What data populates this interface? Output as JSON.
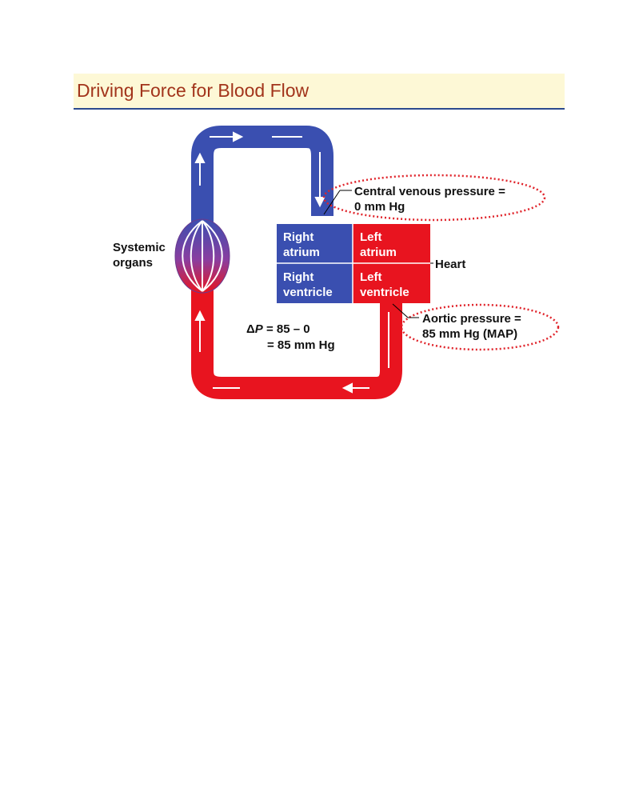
{
  "title": "Driving Force for Blood Flow",
  "labels": {
    "systemic_line1": "Systemic",
    "systemic_line2": "organs",
    "heart": "Heart",
    "central_venous_line1": "Central venous pressure =",
    "central_venous_line2": "0 mm Hg",
    "aortic_line1": "Aortic pressure =",
    "aortic_line2": "85 mm Hg (MAP)",
    "delta_symbol": "Δ",
    "delta_var": "P",
    "delta_line1_rest": " = 85 – 0",
    "delta_line2": "= 85 mm Hg"
  },
  "chambers": {
    "right_atrium_1": "Right",
    "right_atrium_2": "atrium",
    "left_atrium_1": "Left",
    "left_atrium_2": "atrium",
    "right_ventricle_1": "Right",
    "right_ventricle_2": "ventricle",
    "left_ventricle_1": "Left",
    "left_ventricle_2": "ventricle"
  },
  "colors": {
    "venous_blue": "#3a4fb0",
    "arterial_red": "#e8141f",
    "title_text": "#a2341b",
    "title_bg": "#fdf8d6",
    "ellipse_dots": "#e0242b"
  }
}
